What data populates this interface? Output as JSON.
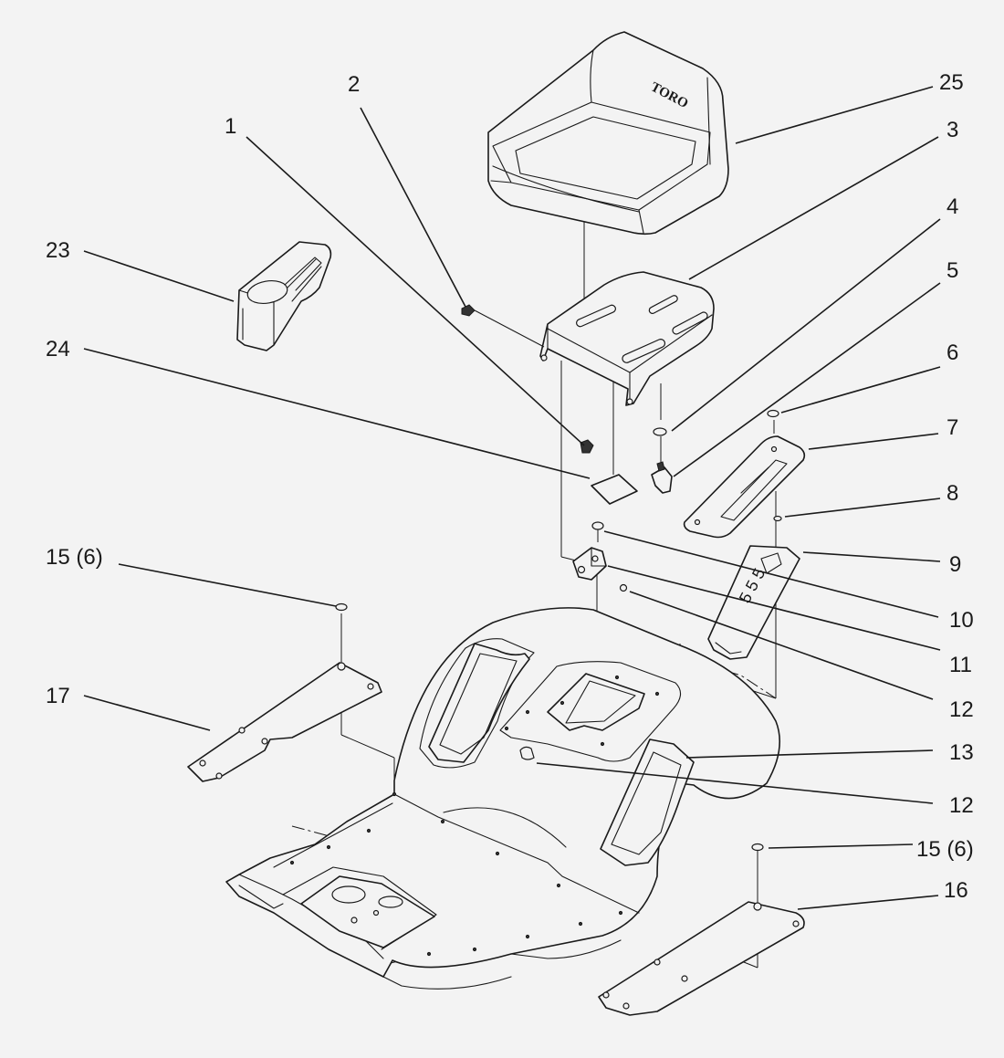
{
  "diagram": {
    "brand_logo": "TORO",
    "callouts": [
      {
        "id": "c-1",
        "label": "1"
      },
      {
        "id": "c-2",
        "label": "2"
      },
      {
        "id": "c-25",
        "label": "25"
      },
      {
        "id": "c-3",
        "label": "3"
      },
      {
        "id": "c-4",
        "label": "4"
      },
      {
        "id": "c-5",
        "label": "5"
      },
      {
        "id": "c-6",
        "label": "6"
      },
      {
        "id": "c-7",
        "label": "7"
      },
      {
        "id": "c-8",
        "label": "8"
      },
      {
        "id": "c-9",
        "label": "9"
      },
      {
        "id": "c-10",
        "label": "10"
      },
      {
        "id": "c-11",
        "label": "11"
      },
      {
        "id": "c-12a",
        "label": "12"
      },
      {
        "id": "c-13",
        "label": "13"
      },
      {
        "id": "c-12b",
        "label": "12"
      },
      {
        "id": "c-15a",
        "label": "15 (6)"
      },
      {
        "id": "c-15b",
        "label": "15 (6)"
      },
      {
        "id": "c-16",
        "label": "16"
      },
      {
        "id": "c-17",
        "label": "17"
      },
      {
        "id": "c-23",
        "label": "23"
      },
      {
        "id": "c-24",
        "label": "24"
      }
    ]
  }
}
